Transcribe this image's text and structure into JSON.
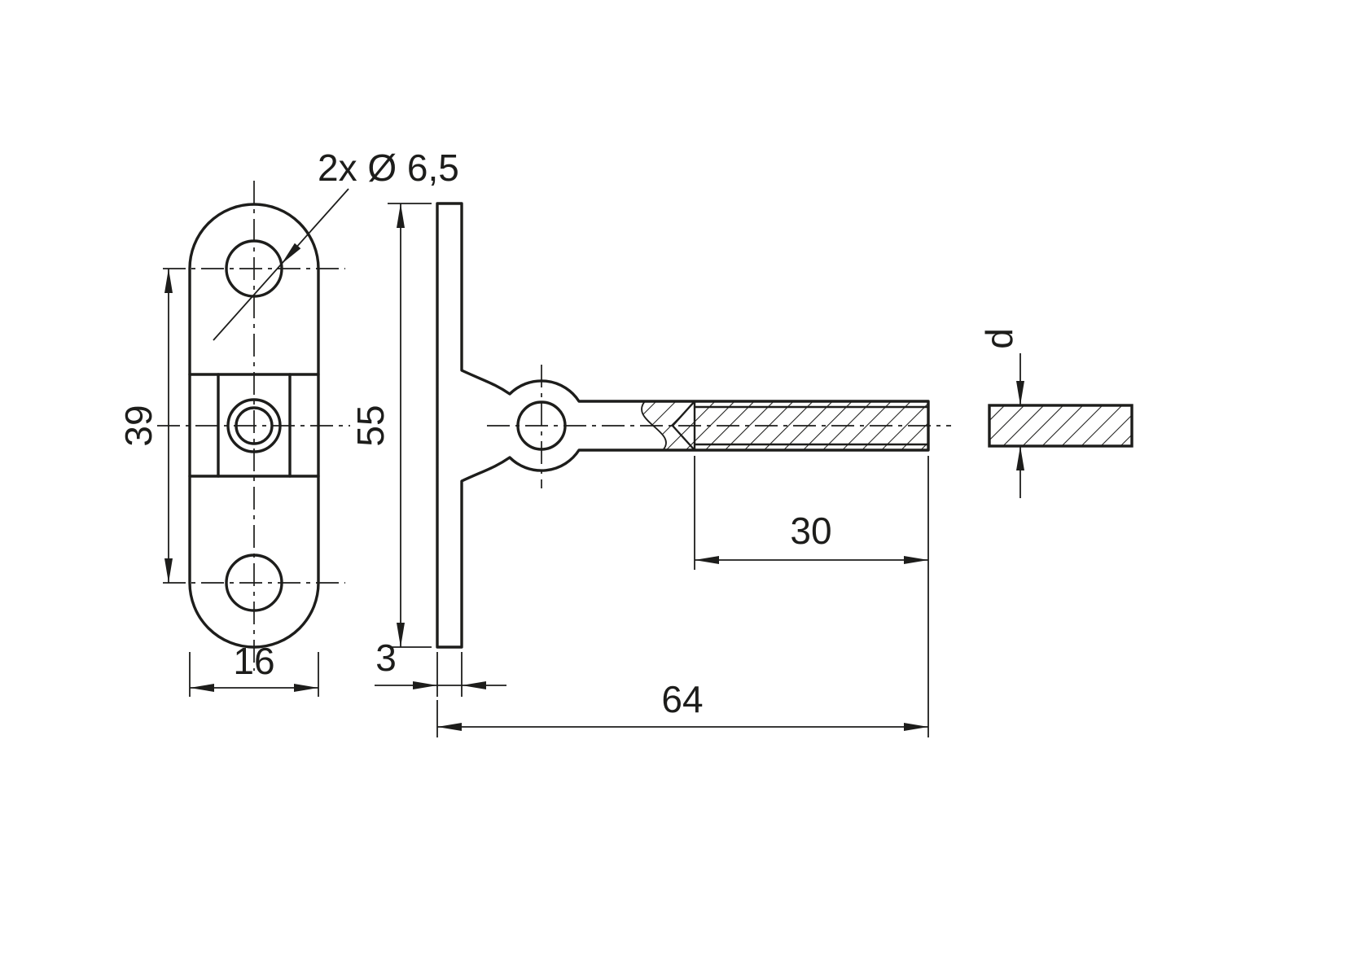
{
  "drawing": {
    "type": "technical-drawing",
    "views": [
      "front-view",
      "side-view",
      "material-section-view"
    ],
    "dims": {
      "hole_callout": "2x Ø 6,5",
      "hole_spacing": "39",
      "plate_width": "16",
      "plate_height": "55",
      "plate_thickness": "3",
      "thread_length": "30",
      "total_length": "64",
      "material_thickness": "d"
    },
    "colors": {
      "ink": "#1d1d1b",
      "background": "#ffffff"
    }
  }
}
